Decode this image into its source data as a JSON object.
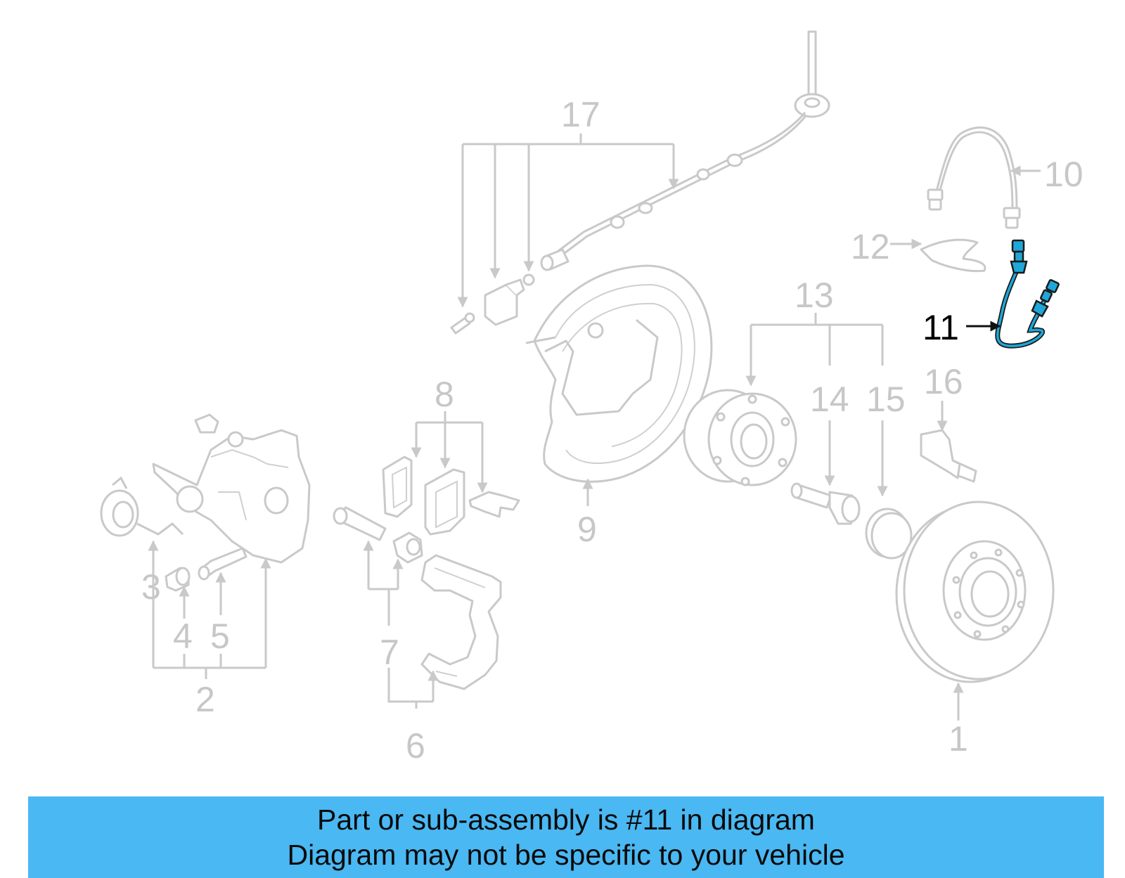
{
  "highlight_color": "#1ea7d8",
  "banner_color": "#4ab8f2",
  "callouts": {
    "c1": "1",
    "c2": "2",
    "c3": "3",
    "c4": "4",
    "c5": "5",
    "c6": "6",
    "c7": "7",
    "c8": "8",
    "c9": "9",
    "c10": "10",
    "c11": "11",
    "c12": "12",
    "c13": "13",
    "c14": "14",
    "c15": "15",
    "c16": "16",
    "c17": "17"
  },
  "highlighted_part": "11",
  "banner": {
    "line1": "Part or sub-assembly is #11 in diagram",
    "line2": "Diagram may not be specific to your vehicle"
  }
}
